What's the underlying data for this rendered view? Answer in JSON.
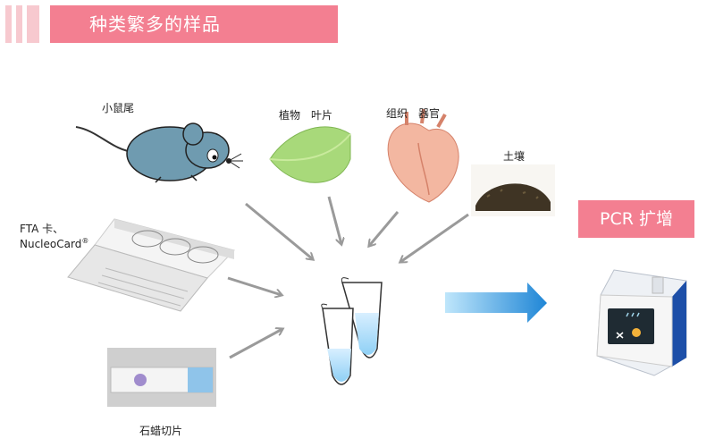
{
  "header": {
    "title": "种类繁多的样品"
  },
  "samples": {
    "mouse_tail": "小鼠尾",
    "plant_leaf": "植物　叶片",
    "tissue_organ": "组织　器官",
    "soil": "土壤",
    "fta_card_line1": "FTA 卡、",
    "fta_card_line2": "NucleoCard",
    "fta_card_reg": "®",
    "ffpe": "石蜡切片"
  },
  "result": {
    "pcr_label": "PCR 扩增"
  },
  "colors": {
    "accent_pink": "#f37f91",
    "light_pink": "#f7c9cf",
    "arrow_blue": "#2f8fd8",
    "leaf_green": "#a8d97a",
    "mouse_blue": "#6f9bb0"
  }
}
